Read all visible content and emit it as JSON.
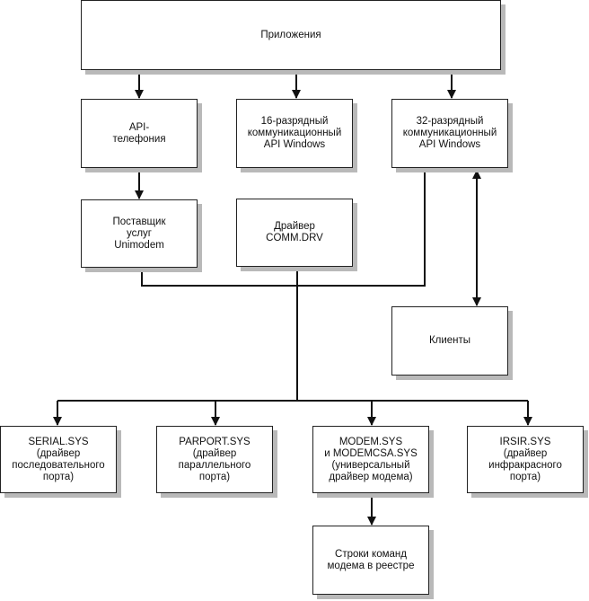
{
  "diagram": {
    "applications": "Приложения",
    "telephony_api": "API-\nтелефония",
    "comm_api_16": "16-разрядный\nкоммуникационный\nAPI Windows",
    "comm_api_32": "32-разрядный\nкоммуникационный\nAPI Windows",
    "unimodem_provider": "Поставщик\nуслуг\nUnimodem",
    "comm_drv": "Драйвер\nCOMM.DRV",
    "clients": "Клиенты",
    "serial_sys": "SERIAL.SYS\n(драйвер\nпоследовательного\nпорта)",
    "parport_sys": "PARPORT.SYS\n(драйвер\nпараллельного\nпорта)",
    "modem_sys": "MODEM.SYS\nи MODEMCSA.SYS\n(универсальный\nдрайвер модема)",
    "irsir_sys": "IRSIR.SYS\n(драйвер\nинфракрасного\nпорта)",
    "modem_registry": "Строки команд\nмодема в реестре"
  }
}
